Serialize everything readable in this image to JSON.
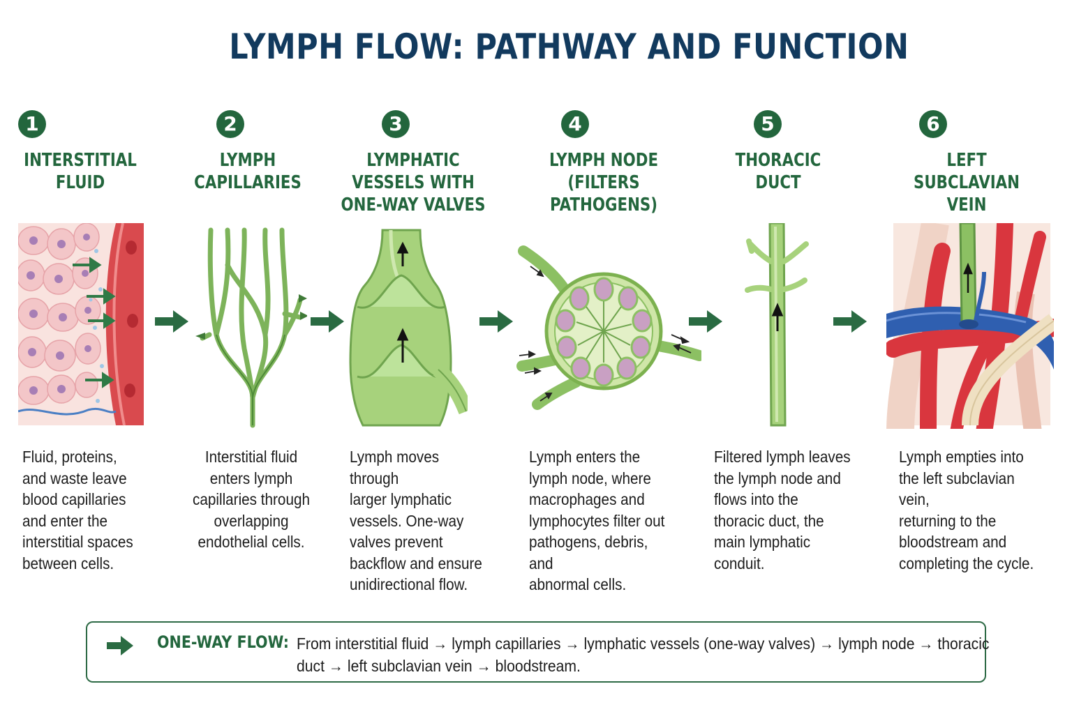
{
  "title": "LYMPH FLOW: PATHWAY AND FUNCTION",
  "stages": [
    {
      "number": "1",
      "heading": "INTERSTITIAL\nFLUID",
      "description": "Fluid, proteins,\nand waste leave\nblood capillaries\nand enter the\ninterstitial spaces\nbetween cells."
    },
    {
      "number": "2",
      "heading": "LYMPH\nCAPILLARIES",
      "description": "Interstitial fluid\nenters lymph\ncapillaries through\noverlapping\nendothelial cells."
    },
    {
      "number": "3",
      "heading": "LYMPHATIC\nVESSELS WITH\nONE-WAY VALVES",
      "description": "Lymph moves through\nlarger lymphatic\nvessels. One-way\nvalves prevent\nbackflow and ensure\nunidirectional flow."
    },
    {
      "number": "4",
      "heading": "LYMPH NODE\n(FILTERS PATHOGENS)",
      "description": "Lymph enters the\nlymph node, where\nmacrophages and\nlymphocytes filter out\npathogens, debris, and\nabnormal cells."
    },
    {
      "number": "5",
      "heading": "THORACIC\nDUCT",
      "description": "Filtered lymph leaves\nthe lymph node and\nflows into the\nthoracic duct, the\nmain lymphatic\nconduit."
    },
    {
      "number": "6",
      "heading": "LEFT SUBCLAVIAN\nVEIN",
      "description": "Lymph empties into\nthe left subclavian vein,\nreturning to the\nbloodstream and\ncompleting the cycle."
    }
  ],
  "summary": {
    "label": "ONE-WAY FLOW:",
    "text": "From interstitial fluid → lymph capillaries → lymphatic vessels (one-way valves) → lymph node → thoracic duct → left subclavian vein → bloodstream."
  },
  "colors": {
    "title": "#123a5e",
    "accent_green": "#23663d",
    "lymph_green": "#8cc063",
    "vein_blue": "#2f5fb0",
    "artery_red": "#d9363e"
  }
}
